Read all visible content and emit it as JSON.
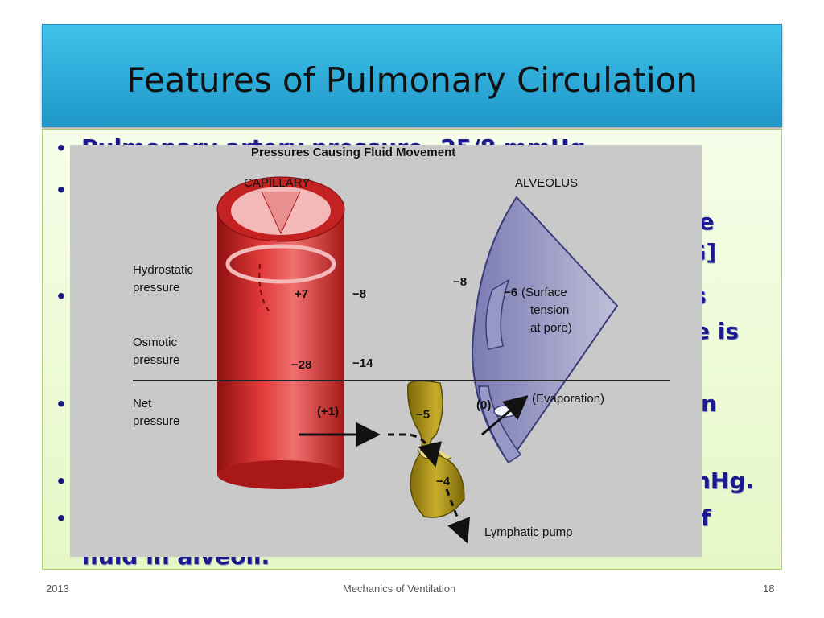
{
  "slide": {
    "title": "Features of Pulmonary Circulation",
    "bullets": [
      {
        "text": "Pulmonary artery pressure- 25/8 mmHg."
      },
      {
        "text": ""
      },
      {
        "text": "ase"
      },
      {
        "text": "HG]"
      },
      {
        "text": "s"
      },
      {
        "text": "e is"
      },
      {
        "text": "n"
      },
      {
        "text": "nHg."
      },
      {
        "text": "f"
      },
      {
        "text": "fluid in alveoli."
      }
    ],
    "footer": {
      "left": "2013",
      "center": "Mechanics of Ventilation",
      "right": "18"
    }
  },
  "figure": {
    "title": "Pressures Causing Fluid Movement",
    "col_capillary": "CAPILLARY",
    "col_alveolus": "ALVEOLUS",
    "row_hydro_1": "Hydrostatic",
    "row_hydro_2": "pressure",
    "row_osmotic_1": "Osmotic",
    "row_osmotic_2": "pressure",
    "row_net_1": "Net",
    "row_net_2": "pressure",
    "cap_hydro": "+7",
    "int_hydro": "−8",
    "alv_hydro": "−8",
    "surface_val": "−6",
    "surface_1": "(Surface",
    "surface_2": "tension",
    "surface_3": "at pore)",
    "cap_osmotic": "−28",
    "int_osmotic": "−14",
    "net_cap": "(+1)",
    "net_lymph": "−5",
    "net_alv": "(0)",
    "evaporation": "(Evaporation)",
    "lymph_val": "−4",
    "lymph_label": "Lymphatic pump",
    "colors": {
      "capillary": "#d42a2a",
      "alveolus": "#6b6ba8",
      "lymphatic": "#b39a1a",
      "bullet_text": "#1b1b8f"
    }
  }
}
